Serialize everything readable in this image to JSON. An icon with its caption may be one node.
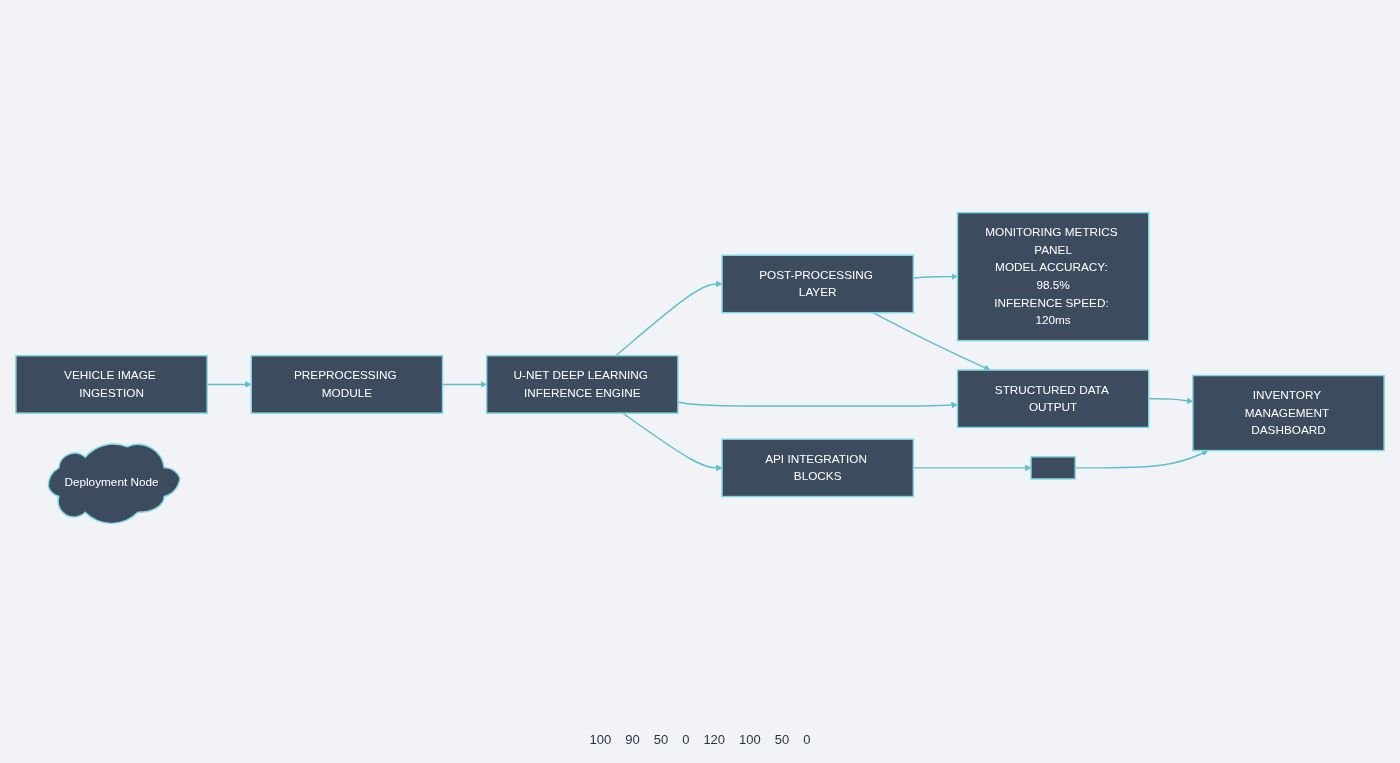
{
  "diagram": {
    "nodes": [
      {
        "text": [
          "VEHICLE IMAGE INGESTION"
        ]
      },
      {
        "text": [
          "PREPROCESSING MODULE"
        ]
      },
      {
        "text": [
          "Deployment Node"
        ]
      },
      {
        "text": [
          "MONITORING METRICS PANEL",
          "MODEL ACCURACY: 98.5%",
          "INFERENCE SPEED: 120ms"
        ]
      },
      {
        "text": [
          "U-NET DEEP LEARNING INFERENCE ENGINE"
        ]
      },
      {
        "text": [
          "POST-PROCESSING LAYER"
        ]
      },
      {
        "text": [
          "API INTEGRATION BLOCKS"
        ]
      },
      {
        "text": [],
        "shape": "box"
      },
      {
        "text": [
          "STRUCTURED DATA OUTPUT"
        ]
      },
      {
        "text": [
          "INVENTORY MANAGEMENT DASHBOARD"
        ]
      }
    ],
    "edges": [
      {
        "from": 0,
        "to": 1,
        "arrow": "to"
      },
      {
        "from": 1,
        "to": 4,
        "arrow": "to"
      },
      {
        "from": 4,
        "to": 5,
        "arrow": "to"
      },
      {
        "from": 5,
        "to": 8,
        "arrow": "to"
      },
      {
        "from": 5,
        "to": 3,
        "arrow": "to"
      },
      {
        "from": 8,
        "to": 9,
        "arrow": "to"
      },
      {
        "from": 4,
        "to": 6,
        "arrow": "to"
      },
      {
        "from": 4,
        "to": 8,
        "arrow": "to"
      },
      {
        "from": 6,
        "to": 7,
        "arrow": "to"
      },
      {
        "from": 7,
        "to": 9,
        "arrow": "to"
      }
    ],
    "labels": [
      "100",
      "90",
      "50",
      "0",
      "120",
      "100",
      "50",
      "0"
    ]
  }
}
